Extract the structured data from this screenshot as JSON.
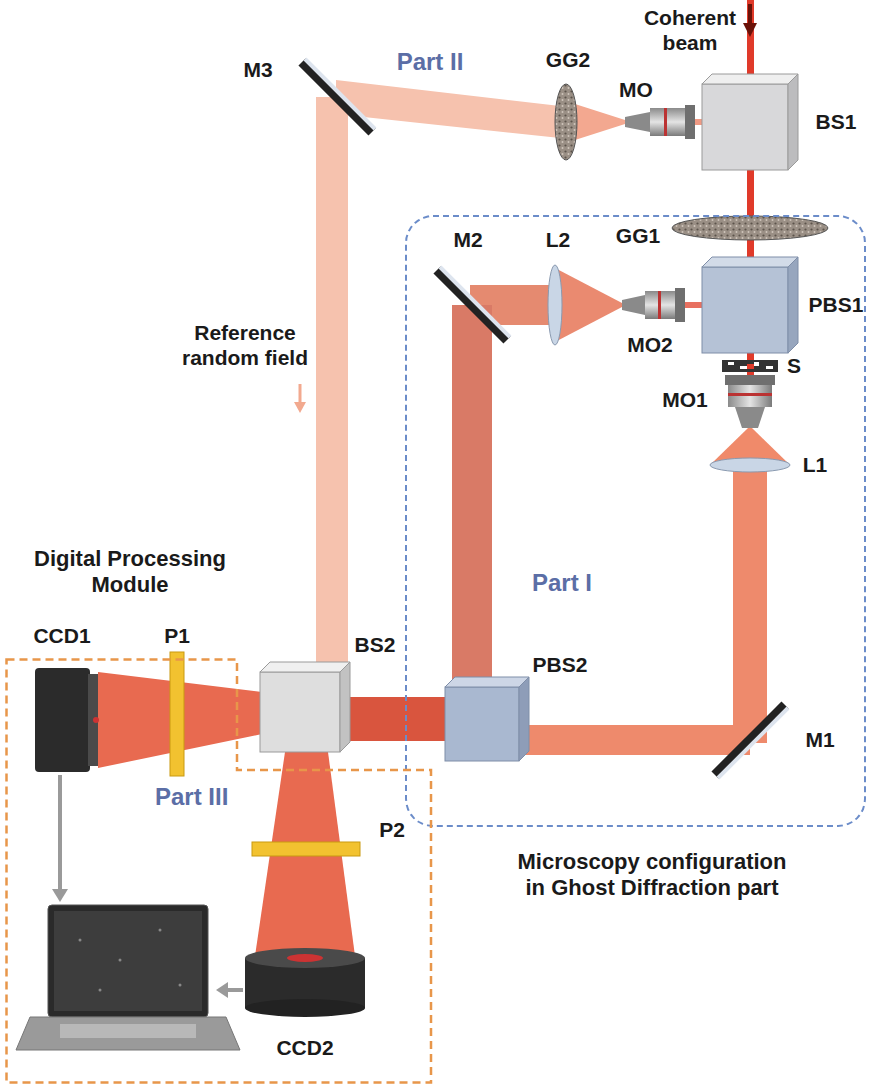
{
  "diagram": {
    "nodes": [
      {
        "text": [
          "Part I",
          "Microscopy configuration in Ghost Diffraction part"
        ]
      },
      {
        "text": [
          "Digital Processing Module",
          "Part III"
        ]
      }
    ],
    "labels": [
      "Coherent beam",
      "Part II",
      "GG2",
      "M3",
      "MO",
      "BS1",
      "M2",
      "L2",
      "GG1",
      "PBS1",
      "S",
      "MO2",
      "MO1",
      "Reference random field",
      "L1",
      "PBS2",
      "BS2",
      "M1",
      "P1",
      "CCD1",
      "P2",
      "CCD2"
    ]
  }
}
